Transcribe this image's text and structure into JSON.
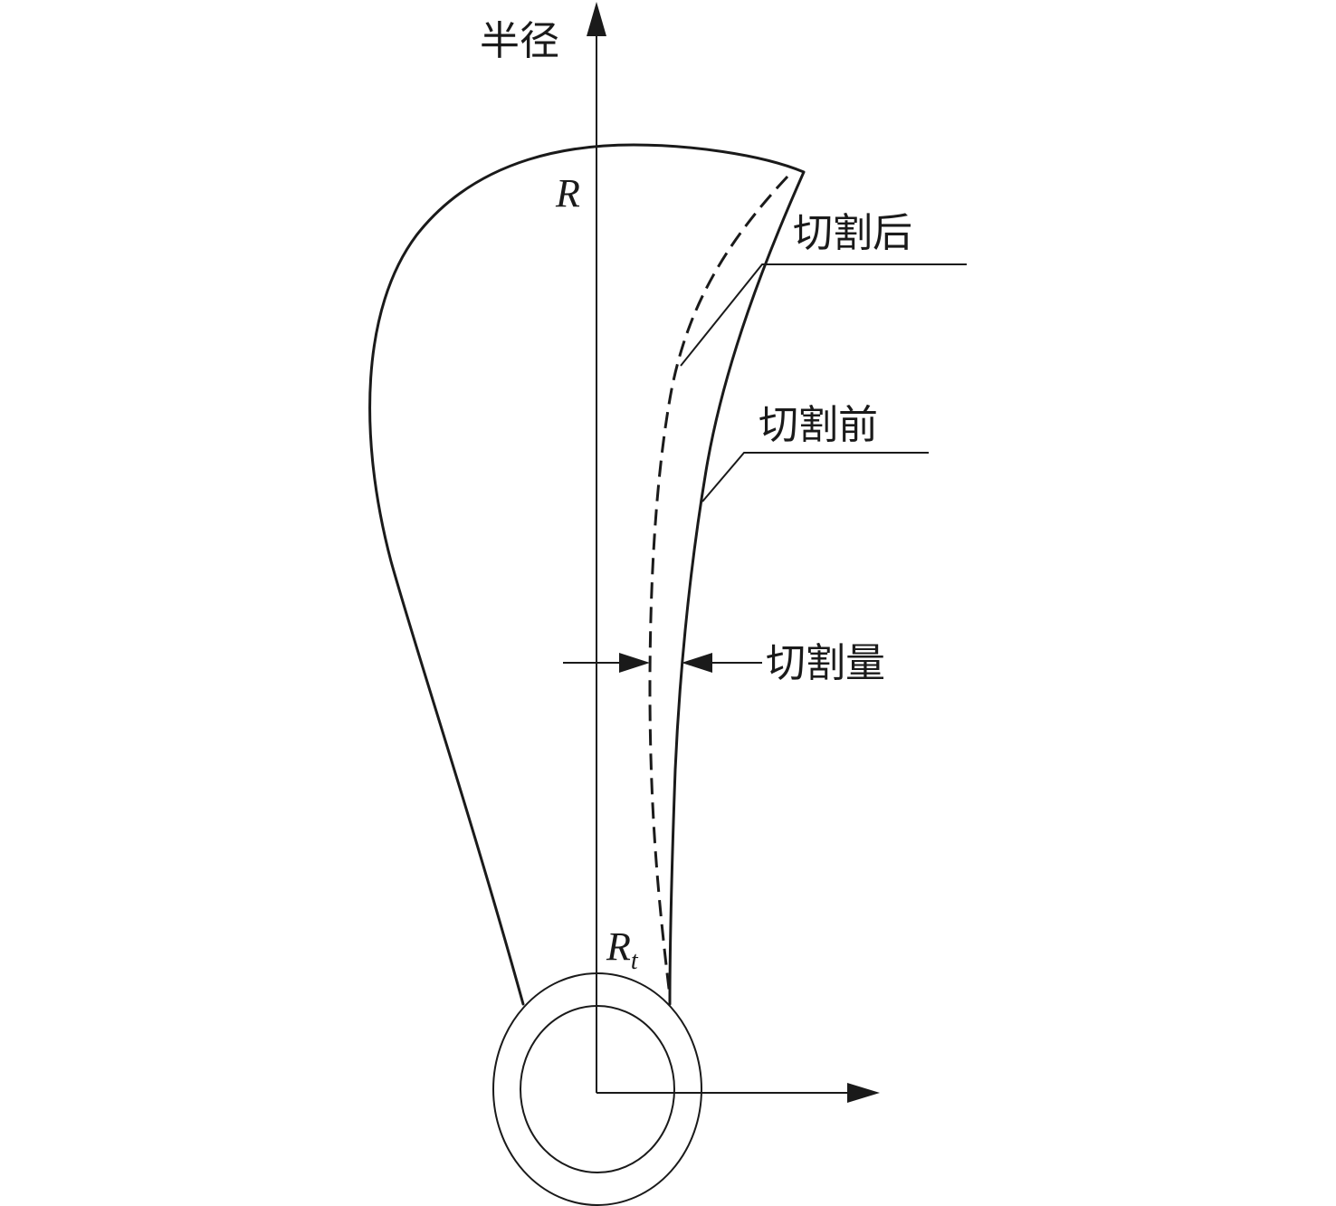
{
  "axes": {
    "y_label": "半径"
  },
  "labels": {
    "tip_radius": "R",
    "hub_radius_base": "R",
    "hub_radius_sub": "t",
    "after_cut": "切割后",
    "before_cut": "切割前",
    "cut_amount": "切割量"
  },
  "colors": {
    "line": "#1a1a1a",
    "background": "#ffffff"
  },
  "styles": {
    "before_cut_line": "solid",
    "after_cut_line": "dashed"
  }
}
